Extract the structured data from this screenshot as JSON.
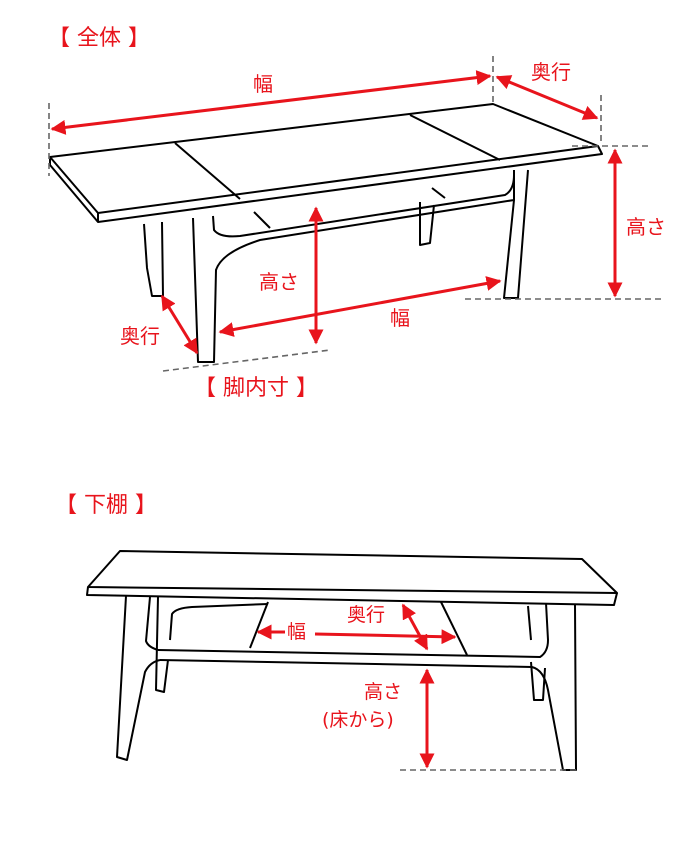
{
  "diagram": {
    "colors": {
      "annotation": "#e8141c",
      "outline": "#000000",
      "guide": "#666666",
      "background": "#ffffff"
    },
    "overall": {
      "section_title": "【 全体 】",
      "width_label": "幅",
      "depth_label": "奥行",
      "height_label": "高さ"
    },
    "leg_inner": {
      "section_title": "【 脚内寸 】",
      "width_label": "幅",
      "depth_label": "奥行",
      "height_label": "高さ"
    },
    "lower_shelf": {
      "section_title": "【 下棚 】",
      "width_label": "幅",
      "depth_label": "奥行",
      "height_label": "高さ",
      "height_note": "(床から)"
    }
  }
}
